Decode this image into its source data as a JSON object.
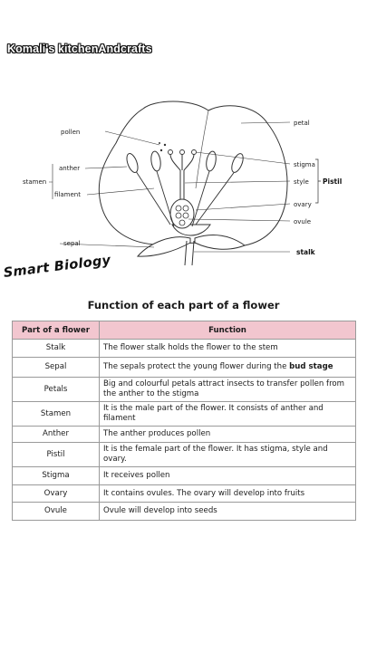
{
  "watermark": "Komali's kitchenAndcrafts",
  "brand": "Smart Biology",
  "diagram": {
    "labels": {
      "petal": "petal",
      "pollen": "pollen",
      "anther": "anther",
      "stamen": "stamen",
      "filament": "filament",
      "stigma": "stigma",
      "style": "style",
      "pistil": "Pistil",
      "ovary": "ovary",
      "ovule": "ovule",
      "sepal": "sepal",
      "stalk": "stalk"
    }
  },
  "heading": "Function of each part of a flower",
  "table": {
    "headers": [
      "Part of a flower",
      "Function"
    ],
    "rows": [
      {
        "part": "Stalk",
        "func": "The flower stalk holds the flower to the stem",
        "bold": ""
      },
      {
        "part": "Sepal",
        "func": "The sepals protect the young flower during the ",
        "bold": "bud stage"
      },
      {
        "part": "Petals",
        "func": "Big and colourful petals attract insects to transfer pollen from the anther to the stigma",
        "bold": ""
      },
      {
        "part": "Stamen",
        "func": "It is the male part of the flower. It consists of anther and filament",
        "bold": ""
      },
      {
        "part": "Anther",
        "func": "The anther produces pollen",
        "bold": ""
      },
      {
        "part": "Pistil",
        "func": "It is the female part of the flower. It has stigma, style and ovary.",
        "bold": ""
      },
      {
        "part": "Stigma",
        "func": "It receives pollen",
        "bold": ""
      },
      {
        "part": "Ovary",
        "func": "It contains ovules. The ovary will develop into fruits",
        "bold": ""
      },
      {
        "part": "Ovule",
        "func": "Ovule will develop into seeds",
        "bold": ""
      }
    ]
  }
}
